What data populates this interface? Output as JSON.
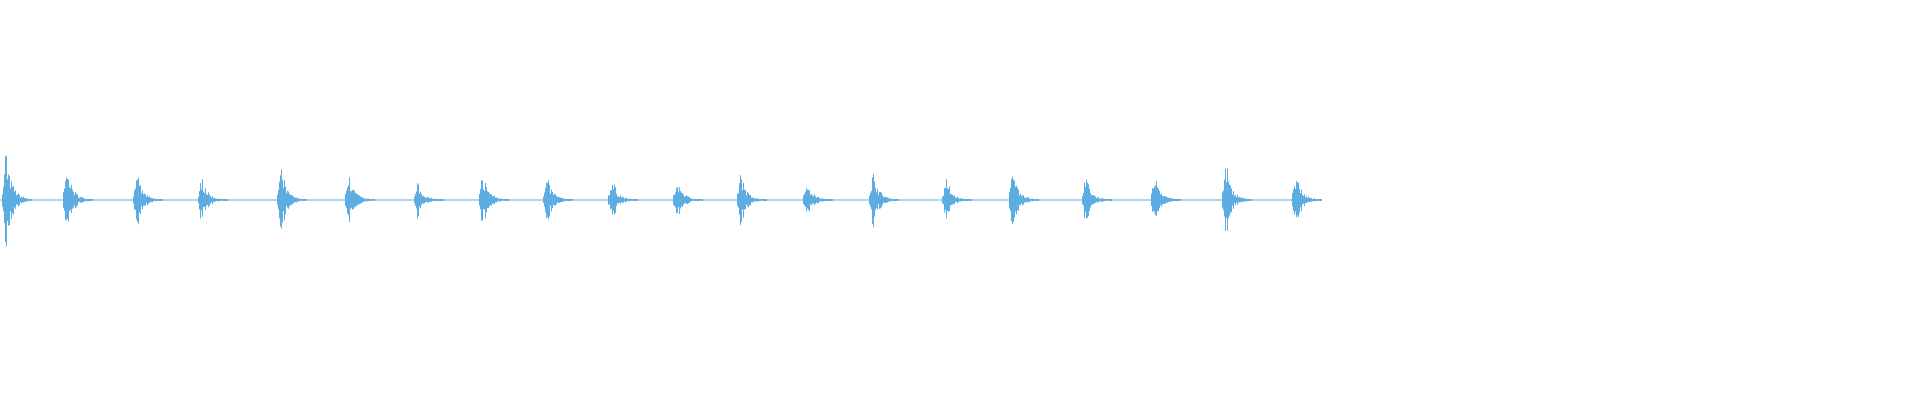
{
  "chart_data": {
    "type": "waveform",
    "title": "",
    "xlabel": "",
    "ylabel": "",
    "ylim": [
      -1,
      1
    ],
    "grid": false,
    "color": "#5dade2",
    "burst_count": 20,
    "burst_peak_amplitudes": [
      0.22,
      0.145,
      0.115,
      0.1,
      0.135,
      0.11,
      0.075,
      0.12,
      0.11,
      0.09,
      0.1,
      0.11,
      0.09,
      0.13,
      0.09,
      0.14,
      0.1,
      0.12,
      0.15,
      0.12
    ]
  }
}
